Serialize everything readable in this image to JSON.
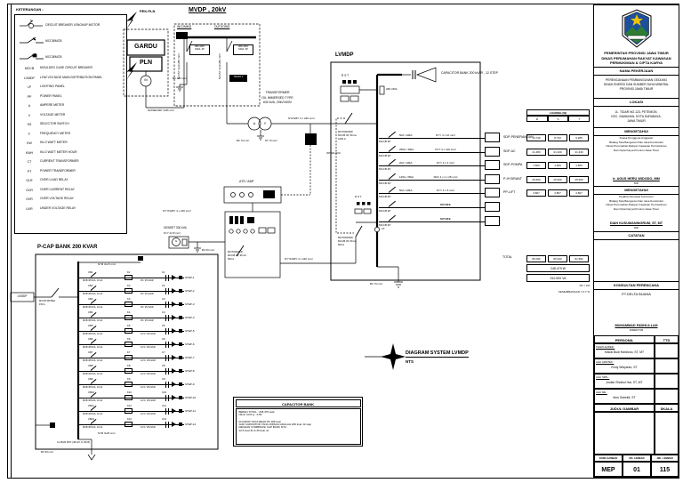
{
  "legend": {
    "title": "KETERANGAN :",
    "symbol_items": [
      {
        "symbol": "cb-motor-symbol",
        "label": "CIRCUIT BREAKER LENGKAP MOTOR"
      },
      {
        "symbol": "mccb-switch-symbol",
        "label": "MCCB/MCB"
      },
      {
        "symbol": "mccb-switch-symbol-2",
        "label": "MCCB/MCB"
      }
    ],
    "abbr_items": [
      {
        "abbr": "MCCB",
        "desc": "MOULDED CASE CIRCUIT BREAKER"
      },
      {
        "abbr": "LVMDP",
        "desc": "LOW VOLTAGE MAIN DISTRIBUTION PANEL"
      },
      {
        "abbr": "LP",
        "desc": "LIGHTING PANEL"
      },
      {
        "abbr": "PP",
        "desc": "POWER PANEL"
      },
      {
        "abbr": "A",
        "desc": "AMPERE METER"
      },
      {
        "abbr": "V",
        "desc": "VOLTAGE METER"
      },
      {
        "abbr": "SS",
        "desc": "SELECTOR SWITCH"
      },
      {
        "abbr": "F",
        "desc": "FREQUENCY METER"
      },
      {
        "abbr": "KW",
        "desc": "KILO WATT METER"
      },
      {
        "abbr": "KWH",
        "desc": "KILO WATT METER HOUR"
      },
      {
        "abbr": "CT",
        "desc": "CURRENT TRANSFORMER"
      },
      {
        "abbr": "PT",
        "desc": "POWER TRANSFORMER"
      },
      {
        "abbr": "OLR",
        "desc": "OVER LOAD RELAY"
      },
      {
        "abbr": "OCR",
        "desc": "OVER CURRENT RELAY"
      },
      {
        "abbr": "OVR",
        "desc": "OVER VOLTAGE RELAY"
      },
      {
        "abbr": "UVR",
        "desc": "UNDER VOLTAGE RELAY"
      }
    ]
  },
  "mvdp": {
    "pek": "PEK.PLN",
    "title": "MVDP , 20kV",
    "incoming": "INCOMING",
    "outgoing": "OUTGOING",
    "gardu_line1": "GARDU",
    "gardu_line2": "PLN",
    "motor": "M",
    "lbs_in": "LBS 20kV",
    "lbs_in2": "630A, 3P",
    "lbs_out": "LBS 20kV",
    "lbs_out2": "630A, 3P",
    "trafo_tag": "TRAFO 1",
    "bc": "BC 120 mm²",
    "cable_gardu": "N2XSEFGBY 3x95 mm²",
    "cable_in": "N2XSY 3x(1x95) mm²",
    "cable_out": "N2XSY 3x(1x95) mm²"
  },
  "transformer": {
    "line1": "TRANSFORMER",
    "line2": "OIL IMMERSED TYPE",
    "line3": "630 kVA, 20kV/400V",
    "delta": "Δ",
    "wye": "Y",
    "gnd1": "BC 70 mm²",
    "gnd2": "NT 70 mm²",
    "cable_out": "NYFGBY 4 x 240 mm²"
  },
  "ats": {
    "label": "ATS / AMF"
  },
  "genset": {
    "label": "GENSET 300 kVA",
    "cable": "NYY 4x70 mm²",
    "gnd": "BC 50 mm²",
    "g": "G",
    "cable_riser": "NYYFGBY 4 x 240 mm²",
    "cable_out": "NYYFGBY 4 x 240 mm²",
    "panel_breaker1": "MOTORIZED",
    "panel_breaker2": "MCCB 3P, 36 kA",
    "panel_breaker3": "500 A"
  },
  "lvmdp": {
    "title": "LVMDP",
    "rst": "R  S  T",
    "rst2": "R  S  T",
    "lbs": "LBS 150A",
    "interlock": "INTERLOCK",
    "ct": "CT",
    "gnd": "BC 70 mm²",
    "capbank_line": "CAPACITOR BANK 200 kVAR , 12 STEP",
    "incoming_breaker1": "MOTORIZED",
    "incoming_breaker2": "MCCB 3P, 36 kA",
    "incoming_breaker3": "1000 A",
    "genset_breaker1": "MOTORIZED",
    "genset_breaker2": "MCCB 3P, 36 kA",
    "genset_breaker3": "500 A",
    "feeders": [
      {
        "breaker": "MCCB 3P",
        "rating": "50A / 18kA",
        "cable": "NYY 4 x 10 mm²",
        "dest": "SDP-PENERANGAN",
        "loads": [
          "13.749",
          "8.733",
          "9.285"
        ]
      },
      {
        "breaker": "MCCB 3P",
        "rating": "250A / 40kA",
        "cable": "NYY 4 x 120 mm²",
        "dest": "SDP-AC",
        "loads": [
          "41.480",
          "41.320",
          "41.430"
        ]
      },
      {
        "breaker": "MCCB 3P",
        "rating": "20A / 18kA",
        "cable": "NYY 4 x 4 mm²",
        "dest": "SDP-POMPA",
        "loads": [
          "1.500",
          "1.500",
          "1.500"
        ]
      },
      {
        "breaker": "MCCB 3P",
        "rating": "125A / 25kA",
        "cable": "FRC 4 x 1 x 25 mm²",
        "dest": "P-HYDRANT",
        "loads": [
          "25.500",
          "25.500",
          "25.500"
        ]
      },
      {
        "breaker": "MCCB 3P",
        "rating": "50A / 18kA",
        "cable": "NYY 4 x 6 mm²",
        "dest": "PP-LIFT",
        "loads": [
          "3.867",
          "3.867",
          "3.867"
        ]
      },
      {
        "breaker": "MCCB 3P",
        "rating": "",
        "cable": "SPARE",
        "dest": "",
        "loads": []
      },
      {
        "breaker": "MCCB 3P",
        "rating": "",
        "cable": "SPARE",
        "dest": "",
        "loads": []
      }
    ]
  },
  "loading_table": {
    "header": "LOADING (W)",
    "cols": [
      "R",
      "S",
      "T"
    ],
    "total_label": "TOTAL",
    "totals": [
      "86.096",
      "80.920",
      "81.582"
    ],
    "total_w": "248.479 W",
    "total_va": "310.599 VA",
    "pf": "PF   =   0.8",
    "balance": "KESEIMBANGAN   =   0.7 %"
  },
  "capbank_panel": {
    "title": "P-CAP BANK 200 KVAR",
    "source": "LVMDP",
    "main_breaker1": "MCCB 3P/36kA",
    "main_breaker2": "150 A",
    "cable_top": "NYM 3x2.5 mm²",
    "cable_bottom": "NYM 3x25 mm²",
    "busbar": "Cu BAR RST (40x10, N 30x5)",
    "gnd": "BC 50 mm²",
    "steps": [
      {
        "cb": "CB1",
        "mcb": "MCB 3P/10A, 10 kA",
        "k": "K1",
        "c": "C1",
        "kvar": "25 / 25 kVAR",
        "step": "STEP-1"
      },
      {
        "cb": "CB2",
        "mcb": "MCB 3P/10A, 10 kA",
        "k": "K2",
        "c": "C2",
        "kvar": "25 / 25 kVAR",
        "step": "STEP-2"
      },
      {
        "cb": "CB3",
        "mcb": "MCB 3P/10A, 10 kA",
        "k": "K3",
        "c": "C3",
        "kvar": "25 / 25 kVAR",
        "step": "STEP-3"
      },
      {
        "cb": "CB4",
        "mcb": "MCB 3P/10A, 10 kA",
        "k": "K4",
        "c": "C4",
        "kvar": "25 / 25 kVAR",
        "step": "STEP-4"
      },
      {
        "cb": "CB5",
        "mcb": "MCB 3P/10A, 10 kA",
        "k": "K5",
        "c": "C5",
        "kvar": "12.5 / 25 kVAR",
        "step": "STEP-5"
      },
      {
        "cb": "CB6",
        "mcb": "MCB 3P/10A, 10 kA",
        "k": "K6",
        "c": "C6",
        "kvar": "12.5 / 25 kVAR",
        "step": "STEP-6"
      },
      {
        "cb": "CB7",
        "mcb": "MCB 3P/10A, 10 kA",
        "k": "K7",
        "c": "C7",
        "kvar": "12.5 / 25 kVAR",
        "step": "STEP-7"
      },
      {
        "cb": "CB8",
        "mcb": "MCB 3P/10A, 10 kA",
        "k": "K8",
        "c": "C8",
        "kvar": "12.5 / 25 kVAR",
        "step": "STEP-8"
      },
      {
        "cb": "CB9",
        "mcb": "MCB 3P/10A, 10 kA",
        "k": "K9",
        "c": "C9",
        "kvar": "12.5 / 25 kVAR",
        "step": "STEP-9"
      },
      {
        "cb": "CB10",
        "mcb": "MCB 3P/10A, 10 kA",
        "k": "K10",
        "c": "C10",
        "kvar": "12.5 / 25 kVAR",
        "step": "STEP-10"
      },
      {
        "cb": "CB11",
        "mcb": "MCB 3P/10A, 10 kA",
        "k": "K11",
        "c": "C11",
        "kvar": "12.5 / 25 kVAR",
        "step": "STEP-11"
      },
      {
        "cb": "CB12",
        "mcb": "MCB 3P/10A, 10 kA",
        "k": "K12",
        "c": "C12",
        "kvar": "12.5 / 25 kVAR",
        "step": "STEP-12"
      }
    ]
  },
  "capbank_note": {
    "title": "CAPACITOR BANK",
    "line1": "BEBAN TOTAL : 248.479 watt",
    "line2": "NILAI COS φ : 0.80",
    "line3": "DI DAPAT DAYA REAKTIF 186 kvar",
    "line4": "JADI CAPASITOR YANG DIPAKAI ADALAH 200 kvar 12 step",
    "line5": "DENGAN COMBINASI CAP BANK NYA :",
    "line6": "12.5 kvar 8x & 25 kvar 4x"
  },
  "diagram_label": {
    "title": "DIAGRAM SYSTEM LVMDP",
    "scale": "NTS"
  },
  "titleblock": {
    "agency": [
      "PEMERINTAH PROVINSI JAWA TIMUR",
      "DINAS PERUMAHAN RAKYAT KAWASAN",
      "PERMUKIMAN & CIPTA KARYA"
    ],
    "h_nama": "NAMA PEKERJAAN",
    "job": [
      "PERENCANAAN PEMBANGUNAN GEDUNG",
      "DINAS ENERGI DAN SUMBER DAYA MINERAL",
      "PROVINSI JAWA TIMUR"
    ],
    "h_lokasi": "LOKASI",
    "lokasi": [
      "JL. TIDAR NO.123, PETEMON,",
      "KEC. SAWAHAN, KOTA SURABAYA,",
      "JAWA TIMUR"
    ],
    "h_mengetahui1": "MENGETAHUI",
    "kpa": [
      "Kuasa Pengguna Anggaran",
      "Bidang Tata Bangunan Dan Jasa Konstruksi",
      "Dinas Perumahan Rakyat, Kawasan Permukiman",
      "Dan Cipta Karya Provinsi Jawa Timur"
    ],
    "name1": "Ir. AGUS HERU WIDODO, MM",
    "nip1": "NIP.",
    "h_mengetahui2": "MENGETAHUI",
    "ppk": [
      "Pejabat Pembuat Komitmen",
      "Bidang Tata Bangunan Dan Jasa Konstruksi",
      "Dinas Perumahan Rakyat, Kawasan Permukiman",
      "Dan Cipta Karya Provinsi Jawa Timur"
    ],
    "name2": "DIAH KUSUMANINGRUM, ST, MT",
    "nip2": "NIP.",
    "h_catatan": "CATATAN",
    "h_konsultan": "KONSULTAN PERENCANA",
    "konsultan": "PT.DELTA BUANA",
    "director": "MUHAMMAD FADHLILLAH",
    "director_title": "DIREKTUR",
    "h_personil": "PERSONIL",
    "h_ttd": "TTD",
    "personnel": [
      {
        "role": "TEAM LEADER :",
        "name": "Kistok Budi Hardiono, ST, MT"
      },
      {
        "role": "AHLI ARSITEK :",
        "name": "Rony Widyanto, ST"
      },
      {
        "role": "AHLI SIPIL :",
        "name": "Arofan Shoibul Har, ST, MT"
      },
      {
        "role": "AHLI ME :",
        "name": "Ibnu Subekti, ST"
      }
    ],
    "h_judul": "JUDUL GAMBAR",
    "h_skala": "SKALA",
    "h_kode": "KODE GAMBAR",
    "h_no": "NO. LEMBAR",
    "h_jml": "JML. LEMBAR",
    "kode": "MEP",
    "no": "01",
    "jml": "115"
  },
  "colors": {
    "line": "#000000",
    "emblem_blue": "#1c4f9c",
    "emblem_yellow": "#f2c300",
    "emblem_green": "#2e7d32"
  }
}
